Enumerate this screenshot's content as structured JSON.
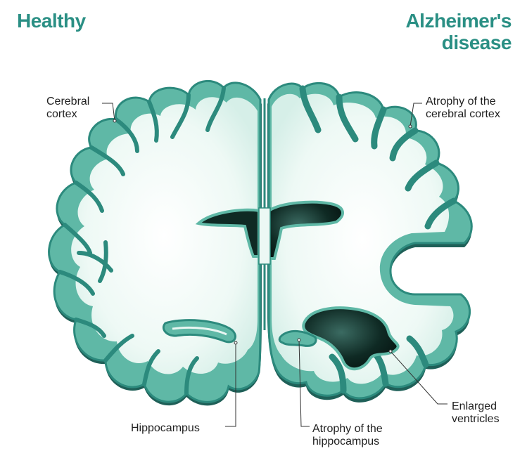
{
  "titles": {
    "healthy": "Healthy",
    "alzheimers_line1": "Alzheimer's",
    "alzheimers_line2": "disease"
  },
  "labels": {
    "cerebral_cortex_line1": "Cerebral",
    "cerebral_cortex_line2": "cortex",
    "atrophy_cortex_line1": "Atrophy of the",
    "atrophy_cortex_line2": "cerebral cortex",
    "hippocampus": "Hippocampus",
    "atrophy_hippocampus_line1": "Atrophy of the",
    "atrophy_hippocampus_line2": "hippocampus",
    "ventricles_line1": "Enlarged",
    "ventricles_line2": "ventricles"
  },
  "colors": {
    "title": "#2a8f84",
    "cortex_outer": "#2c8a7d",
    "cortex_fill": "#5fb8a6",
    "white_matter": "#ecf8f4",
    "ventricle": "#0f2a24",
    "shadow": "#1d5a52"
  }
}
